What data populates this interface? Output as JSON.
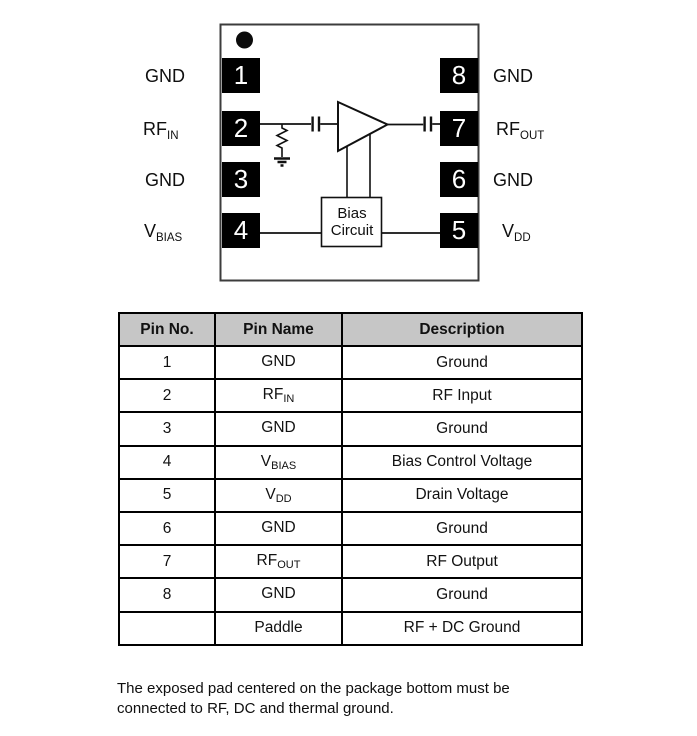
{
  "diagram": {
    "left_pins": [
      {
        "num": "1",
        "label_main": "GND",
        "label_sub": ""
      },
      {
        "num": "2",
        "label_main": "RF",
        "label_sub": "IN"
      },
      {
        "num": "3",
        "label_main": "GND",
        "label_sub": ""
      },
      {
        "num": "4",
        "label_main": "V",
        "label_sub": "BIAS"
      }
    ],
    "right_pins": [
      {
        "num": "8",
        "label_main": "GND",
        "label_sub": ""
      },
      {
        "num": "7",
        "label_main": "RF",
        "label_sub": "OUT"
      },
      {
        "num": "6",
        "label_main": "GND",
        "label_sub": ""
      },
      {
        "num": "5",
        "label_main": "V",
        "label_sub": "DD"
      }
    ],
    "bias_box": {
      "line1": "Bias",
      "line2": "Circuit"
    }
  },
  "table": {
    "headers": [
      "Pin No.",
      "Pin Name",
      "Description"
    ],
    "rows": [
      {
        "no": "1",
        "name_main": "GND",
        "name_sub": "",
        "desc": "Ground"
      },
      {
        "no": "2",
        "name_main": "RF",
        "name_sub": "IN",
        "desc": "RF Input"
      },
      {
        "no": "3",
        "name_main": "GND",
        "name_sub": "",
        "desc": "Ground"
      },
      {
        "no": "4",
        "name_main": "V",
        "name_sub": "BIAS",
        "desc": "Bias Control Voltage"
      },
      {
        "no": "5",
        "name_main": "V",
        "name_sub": "DD",
        "desc": "Drain Voltage"
      },
      {
        "no": "6",
        "name_main": "GND",
        "name_sub": "",
        "desc": "Ground"
      },
      {
        "no": "7",
        "name_main": "RF",
        "name_sub": "OUT",
        "desc": "RF Output"
      },
      {
        "no": "8",
        "name_main": "GND",
        "name_sub": "",
        "desc": "Ground"
      },
      {
        "no": "",
        "name_main": "Paddle",
        "name_sub": "",
        "desc": "RF + DC Ground"
      }
    ]
  },
  "note": {
    "line1": "The exposed pad centered on the package bottom must be",
    "line2": "connected to RF, DC and thermal ground."
  },
  "colors": {
    "header_bg": "#c6c6c6",
    "pin_box": "#000000",
    "line": "#111111"
  }
}
